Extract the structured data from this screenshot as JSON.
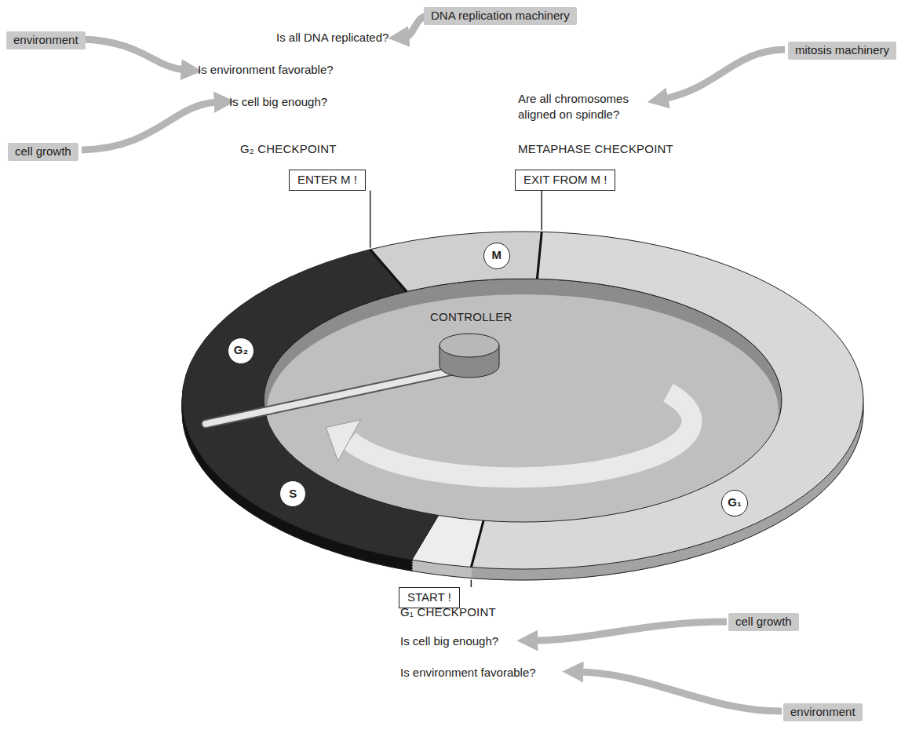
{
  "diagram": {
    "nodes": [
      {
        "text": [
          "DNA replication machinery"
        ]
      },
      {
        "text": [
          "environment"
        ]
      },
      {
        "text": [
          "mitosis machinery"
        ]
      },
      {
        "text": [
          "cell growth"
        ]
      },
      {
        "text": [
          "ENTER M !"
        ]
      },
      {
        "text": [
          "EXIT FROM M !"
        ]
      },
      {
        "text": [
          "M"
        ]
      },
      {
        "text": [
          "G₂"
        ]
      },
      {
        "text": [
          "S"
        ]
      },
      {
        "text": [
          "G₁"
        ]
      },
      {
        "text": [
          "START !"
        ]
      },
      {
        "text": [
          "cell growth"
        ]
      },
      {
        "text": [
          "environment"
        ]
      }
    ],
    "labels": [
      "Is all DNA replicated?",
      "Is environment favorable?",
      "Is cell big enough?",
      "G₂ CHECKPOINT",
      "Are all chromosomes aligned on spindle?",
      "METAPHASE CHECKPOINT",
      "CONTROLLER",
      "G₁ CHECKPOINT",
      "Is cell big enough?",
      "Is environment favorable?"
    ]
  }
}
